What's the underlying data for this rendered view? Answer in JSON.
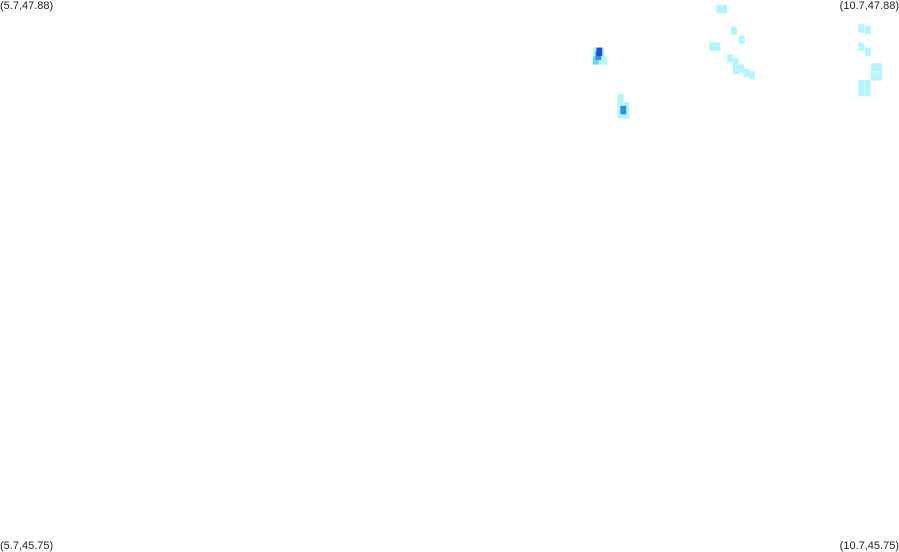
{
  "map": {
    "bounds": {
      "lon_min": 5.7,
      "lon_max": 10.7,
      "lat_min": 45.75,
      "lat_max": 47.88
    },
    "corner_labels": {
      "top_left": "(5.7,47.88)",
      "top_right": "(10.7,47.88)",
      "bottom_left": "(5.7,45.75)",
      "bottom_right": "(10.7,45.75)"
    },
    "colors": {
      "background": "#ffffff",
      "level_1": "#b3f5fa",
      "level_2": "#5fdcf0",
      "level_3": "#2a8fe0",
      "level_4": "#1f4fd0"
    },
    "cell_deg": 0.0325,
    "cells": [
      {
        "lon": 9.014,
        "lat": 47.68,
        "level": 1
      },
      {
        "lon": 9.045,
        "lat": 47.68,
        "level": 1
      },
      {
        "lon": 9.062,
        "lat": 47.647,
        "level": 1
      },
      {
        "lon": 9.014,
        "lat": 47.647,
        "level": 2
      },
      {
        "lon": 9.045,
        "lat": 47.647,
        "level": 1
      },
      {
        "lon": 9.033,
        "lat": 47.68,
        "level": 4
      },
      {
        "lon": 9.028,
        "lat": 47.665,
        "level": 3
      },
      {
        "lon": 9.151,
        "lat": 47.47,
        "level": 1
      },
      {
        "lon": 9.184,
        "lat": 47.47,
        "level": 1
      },
      {
        "lon": 9.151,
        "lat": 47.438,
        "level": 1
      },
      {
        "lon": 9.184,
        "lat": 47.438,
        "level": 1
      },
      {
        "lon": 9.151,
        "lat": 47.502,
        "level": 1
      },
      {
        "lon": 9.167,
        "lat": 47.455,
        "level": 3
      },
      {
        "lon": 9.701,
        "lat": 47.845,
        "level": 1
      },
      {
        "lon": 9.728,
        "lat": 47.845,
        "level": 1
      },
      {
        "lon": 9.782,
        "lat": 47.762,
        "level": 1
      },
      {
        "lon": 9.825,
        "lat": 47.727,
        "level": 1
      },
      {
        "lon": 9.66,
        "lat": 47.7,
        "level": 1
      },
      {
        "lon": 9.69,
        "lat": 47.7,
        "level": 1
      },
      {
        "lon": 9.76,
        "lat": 47.655,
        "level": 1
      },
      {
        "lon": 9.792,
        "lat": 47.64,
        "level": 1
      },
      {
        "lon": 9.822,
        "lat": 47.615,
        "level": 1
      },
      {
        "lon": 9.85,
        "lat": 47.6,
        "level": 1
      },
      {
        "lon": 9.882,
        "lat": 47.59,
        "level": 1
      },
      {
        "lon": 9.792,
        "lat": 47.61,
        "level": 1
      },
      {
        "lon": 10.49,
        "lat": 47.77,
        "level": 1
      },
      {
        "lon": 10.527,
        "lat": 47.765,
        "level": 1
      },
      {
        "lon": 10.49,
        "lat": 47.7,
        "level": 1
      },
      {
        "lon": 10.527,
        "lat": 47.68,
        "level": 1
      },
      {
        "lon": 10.56,
        "lat": 47.62,
        "level": 1
      },
      {
        "lon": 10.59,
        "lat": 47.62,
        "level": 1
      },
      {
        "lon": 10.56,
        "lat": 47.585,
        "level": 1
      },
      {
        "lon": 10.59,
        "lat": 47.585,
        "level": 1
      },
      {
        "lon": 10.49,
        "lat": 47.555,
        "level": 1
      },
      {
        "lon": 10.525,
        "lat": 47.555,
        "level": 1
      },
      {
        "lon": 10.49,
        "lat": 47.525,
        "level": 1
      },
      {
        "lon": 10.525,
        "lat": 47.525,
        "level": 1
      }
    ]
  }
}
